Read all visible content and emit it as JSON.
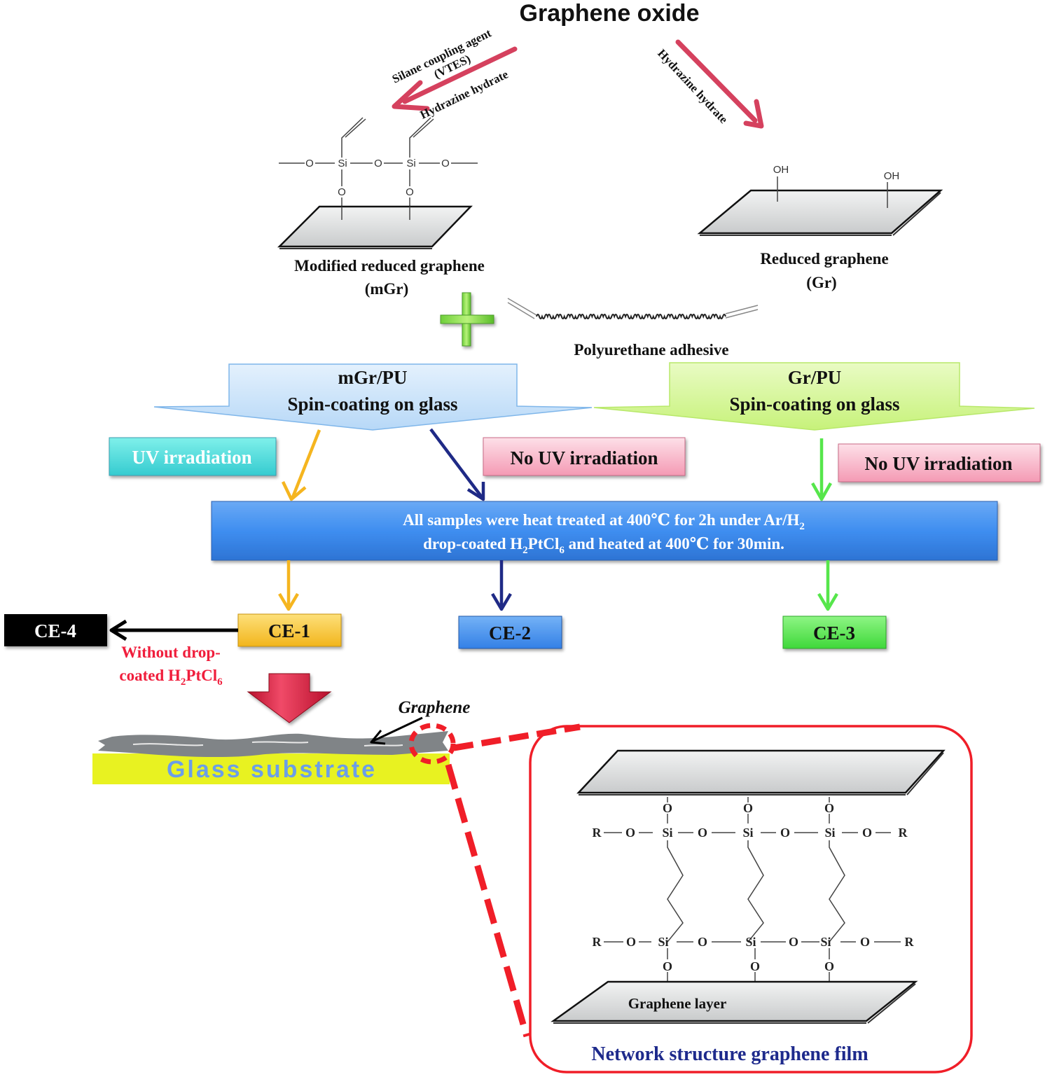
{
  "title": "Graphene oxide",
  "left_arrow": {
    "label_top": "Silane coupling agent",
    "label_mid": "(VTES)",
    "label_bottom": "Hydrazine hydrate"
  },
  "right_arrow": {
    "label": "Hydrazine hydrate"
  },
  "mgr": {
    "atoms": {
      "o": "O",
      "si": "Si"
    },
    "name": "Modified reduced graphene",
    "abbr": "(mGr)"
  },
  "gr": {
    "group": "OH",
    "name": "Reduced graphene",
    "abbr": "(Gr)"
  },
  "plus_symbol": "+",
  "polyurethane": "Polyurethane adhesive",
  "mgr_pu": {
    "line1": "mGr/PU",
    "line2": "Spin-coating on glass"
  },
  "gr_pu": {
    "line1": "Gr/PU",
    "line2": "Spin-coating on glass"
  },
  "uv_label": "UV irradiation",
  "no_uv_label_1": "No UV irradiation",
  "no_uv_label_2": "No UV irradiation",
  "heat": {
    "line1_main": "All samples were heat treated at 400℃ for  2h under Ar/H",
    "line1_sub": "2",
    "line2_a": "drop-coated  H",
    "line2_sub1": "2",
    "line2_b": "PtCl",
    "line2_sub2": "6",
    "line2_c": " and heated at 400℃ for 30min."
  },
  "ce": {
    "ce1": "CE-1",
    "ce2": "CE-2",
    "ce3": "CE-3",
    "ce4": "CE-4"
  },
  "without": {
    "line1": "Without drop-",
    "line2_a": "coated H",
    "line2_sub1": "2",
    "line2_b": "PtCl",
    "line2_sub2": "6"
  },
  "graphene_label": "Graphene",
  "glass_label": "Glass substrate",
  "network": {
    "r": "R",
    "o": "O",
    "si": "Si",
    "layer_label": "Graphene layer",
    "caption": "Network structure graphene film"
  },
  "colors": {
    "reaction_arrow": "#d5415e",
    "mgr_arrow_fill": "#cfe6fb",
    "gr_arrow_fill": "#d6f79a",
    "uv_box": "#4fe3dd",
    "no_uv_box": "#f9b8c8",
    "heat_box": "#3f8ef0",
    "ce1": "#f7c52c",
    "ce2": "#3f8ef0",
    "ce3": "#4fe84a",
    "ce4": "#000000",
    "orange_arrow": "#f5b51f",
    "navy_arrow": "#1f2a86",
    "green_arrow": "#56e64b",
    "red_highlight": "#f01e28",
    "glass": "#e8f221",
    "glass_text": "#6b9ee8",
    "graphene_film": "#808487",
    "caption_blue": "#1e2a8c"
  }
}
